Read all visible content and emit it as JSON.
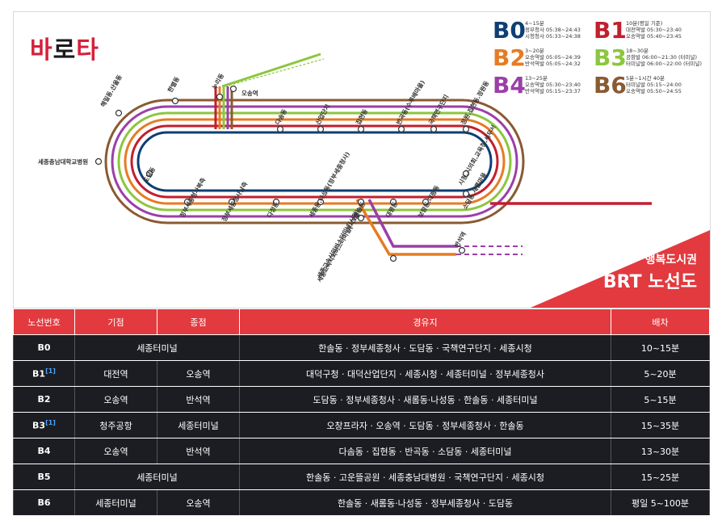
{
  "logo": {
    "part1": "바",
    "part2": "로",
    "part3": "타"
  },
  "legend": [
    {
      "code": "B0",
      "color": "#0e3f73",
      "lines": [
        "4~15분",
        "정부청사 05:38~24:43",
        "시청청사 05:33~24:38"
      ]
    },
    {
      "code": "B1",
      "color": "#c21f2e",
      "lines": [
        "10분(평일 기준)",
        "대전역발 05:30~23:40",
        "오송역발 05:40~23:45"
      ]
    },
    {
      "code": "B2",
      "color": "#e77b23",
      "lines": [
        "3~20분",
        "오송역발 05:05~24:39",
        "반석역발 05:05~24:32"
      ]
    },
    {
      "code": "B3",
      "color": "#8cc63f",
      "lines": [
        "18~30분",
        "공항발 06:00~21:30 (터미널)",
        "터미널발 06:00~22:00 (터미널)"
      ]
    },
    {
      "code": "B4",
      "color": "#9b3fa8",
      "lines": [
        "13~25분",
        "오송역발 05:30~23:40",
        "반석역발 05:15~23:37"
      ]
    },
    {
      "code": "B6",
      "color": "#8a5a32",
      "lines": [
        "5분~1시간 40분",
        "터미널발 05:15~24:00",
        "오송역발 05:50~24:55"
      ]
    }
  ],
  "map": {
    "title_sub": "행복도시권",
    "title_main": "BRT 노선도",
    "stations": [
      "해밀동.산울동",
      "한별동",
      "누리동",
      "오송역",
      "세종충남대학교병원",
      "도담동",
      "정부세종청사북측",
      "정부세종청사남측",
      "다정동",
      "세종동.나성동(정부세종청사)",
      "한솔동",
      "세종고속시외버스터미널(시외)",
      "다솜동",
      "산업단지",
      "집현동",
      "반곡동(수루배마을)",
      "국책연구단지",
      "정원.집현동.정원동",
      "대평동",
      "보람동.대평동",
      "시청.시의회.교육청.세무서",
      "소담동.새롬마을",
      "반석역",
      "세종고속시외버스터미널(시외)"
    ]
  },
  "table": {
    "headers": [
      "노선번호",
      "기점",
      "종점",
      "경유지",
      "배차"
    ],
    "rows": [
      {
        "route": "B0",
        "sup": "",
        "start": "세종터미널",
        "end": "",
        "via": "한솔동 · 정부세종청사 · 도담동 · 국책연구단지 · 세종시청",
        "interval": "10~15분",
        "merged": true
      },
      {
        "route": "B1",
        "sup": "[1]",
        "start": "대전역",
        "end": "오송역",
        "via": "대덕구청 · 대덕산업단지 · 세종시청 · 세종터미널 · 정부세종청사",
        "interval": "5~20분",
        "merged": false
      },
      {
        "route": "B2",
        "sup": "",
        "start": "오송역",
        "end": "반석역",
        "via": "도담동 · 정부세종청사 · 새롬동·나성동 · 한솔동 · 세종터미널",
        "interval": "5~15분",
        "merged": false
      },
      {
        "route": "B3",
        "sup": "[1]",
        "start": "청주공항",
        "end": "세종터미널",
        "via": "오창프라자 · 오송역 · 도담동 · 정부세종청사 · 한솔동",
        "interval": "15~35분",
        "merged": false
      },
      {
        "route": "B4",
        "sup": "",
        "start": "오송역",
        "end": "반석역",
        "via": "다솜동 · 집현동 · 반곡동 · 소담동 · 세종터미널",
        "interval": "13~30분",
        "merged": false
      },
      {
        "route": "B5",
        "sup": "",
        "start": "세종터미널",
        "end": "",
        "via": "한솔동 · 고운뜰공원 · 세종충남대병원 · 국책연구단지 · 세종시청",
        "interval": "15~25분",
        "merged": true
      },
      {
        "route": "B6",
        "sup": "",
        "start": "세종터미널",
        "end": "오송역",
        "via": "한솔동 · 새롬동·나성동 · 정부세종청사 · 도담동",
        "interval": "평일 5~100분",
        "merged": false
      }
    ]
  }
}
